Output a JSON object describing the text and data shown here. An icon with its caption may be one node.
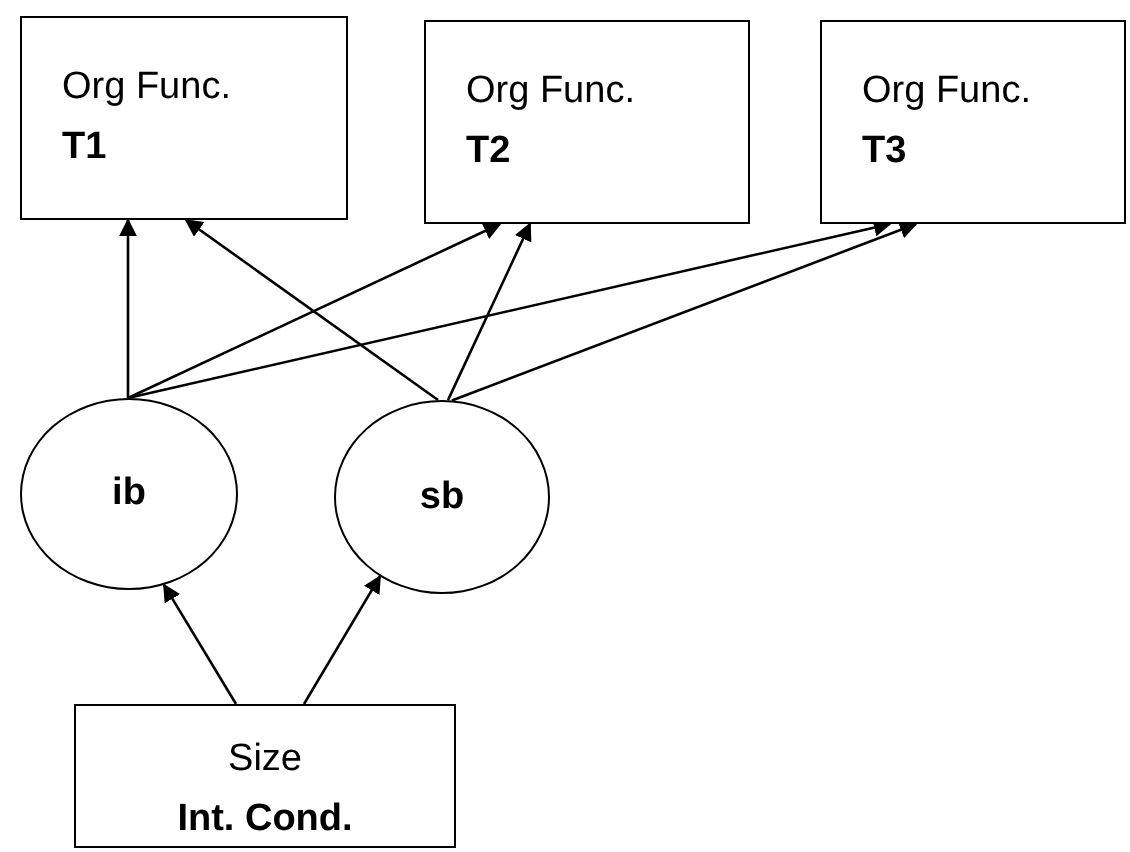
{
  "diagram": {
    "nodes": [
      {
        "text": [
          "Org Func.",
          "T1"
        ]
      },
      {
        "text": [
          "Org Func.",
          "T2"
        ]
      },
      {
        "text": [
          "Org Func.",
          "T3"
        ]
      },
      {
        "text": [
          "ib"
        ]
      },
      {
        "text": [
          "sb"
        ]
      },
      {
        "text": [
          "Size",
          "Int. Cond."
        ]
      }
    ],
    "edges": [
      {
        "from": 3,
        "to": 0,
        "arrow": "to"
      },
      {
        "from": 3,
        "to": 1,
        "arrow": "to"
      },
      {
        "from": 3,
        "to": 2,
        "arrow": "to"
      },
      {
        "from": 4,
        "to": 0,
        "arrow": "to"
      },
      {
        "from": 4,
        "to": 1,
        "arrow": "to"
      },
      {
        "from": 4,
        "to": 2,
        "arrow": "to"
      },
      {
        "from": 5,
        "to": 3,
        "arrow": "to"
      },
      {
        "from": 5,
        "to": 4,
        "arrow": "to"
      }
    ]
  }
}
